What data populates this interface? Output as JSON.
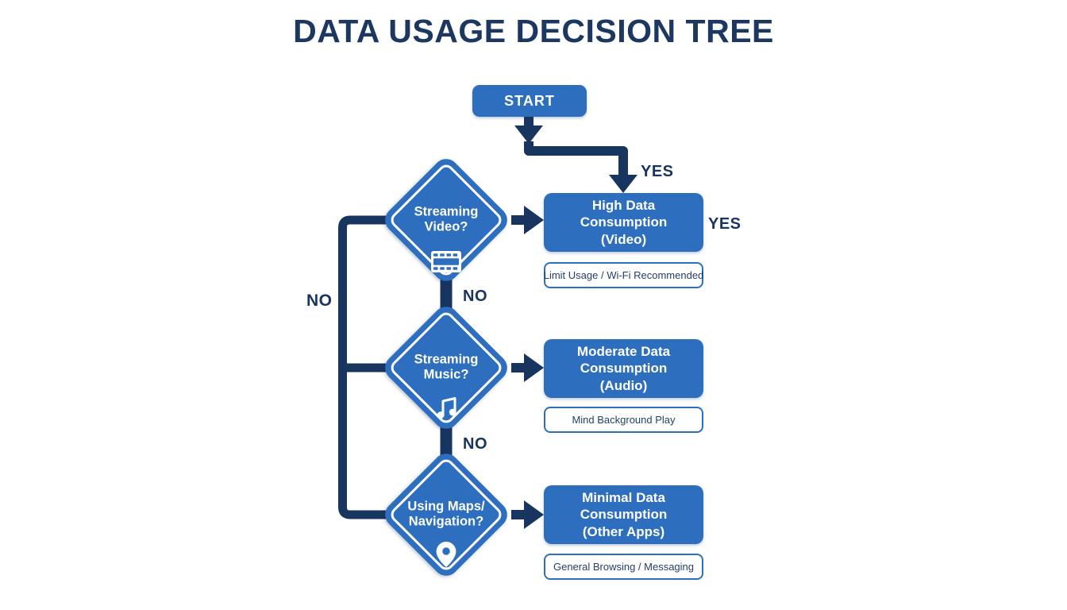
{
  "title": "DATA USAGE DECISION TREE",
  "colors": {
    "navy_line": "#17355f",
    "node_blue": "#2d6fbe",
    "title_navy": "#1c3760",
    "background": "#ffffff"
  },
  "start": {
    "label": "START"
  },
  "decisions": [
    {
      "question_lines": [
        "Streaming",
        "Video?"
      ],
      "icon": "film-strip-icon"
    },
    {
      "question_lines": [
        "Streaming",
        "Music?"
      ],
      "icon": "music-note-icon"
    },
    {
      "question_lines": [
        "Using Maps/",
        "Navigation?"
      ],
      "icon": "location-pin-icon"
    }
  ],
  "outcomes": [
    {
      "lines": [
        "High Data",
        "Consumption",
        "(Video)"
      ],
      "note": "Limit Usage / Wi-Fi Recommended"
    },
    {
      "lines": [
        "Moderate Data",
        "Consumption",
        "(Audio)"
      ],
      "note": "Mind Background Play"
    },
    {
      "lines": [
        "Minimal Data",
        "Consumption",
        "(Other Apps)"
      ],
      "note": "General Browsing / Messaging"
    }
  ],
  "labels": {
    "yes_top": "YES",
    "yes_right": "YES",
    "no_left": "NO",
    "no_mid1": "NO",
    "no_mid2": "NO"
  }
}
